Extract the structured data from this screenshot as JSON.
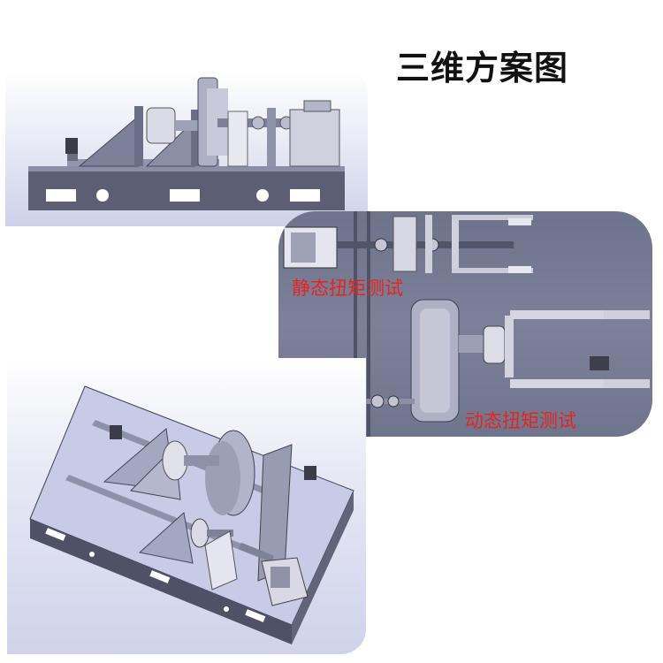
{
  "title": "三维方案图",
  "labels": {
    "static": "静态扭矩测试",
    "dynamic": "动态扭矩测试"
  },
  "colors": {
    "label": "#e8231b",
    "title": "#111111",
    "topview_bg": "#767b93",
    "base_plate": "#5f6276",
    "machine_light": "#c6c9da"
  }
}
